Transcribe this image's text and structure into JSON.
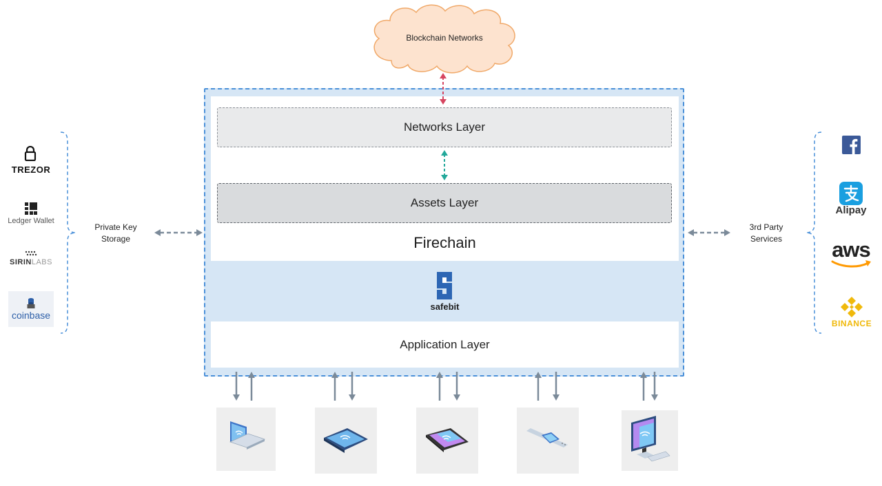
{
  "cloud": {
    "label": "Blockchain Networks"
  },
  "layers": {
    "networks": "Networks Layer",
    "assets": "Assets Layer",
    "firechain": "Firechain",
    "application": "Application Layer"
  },
  "safebit": {
    "logo_text": "safebit"
  },
  "left": {
    "label_line1": "Private Key",
    "label_line2": "Storage",
    "brands": [
      {
        "name": "TREZOR",
        "icon": "padlock-icon"
      },
      {
        "name": "Ledger Wallet",
        "icon": "ledger-icon"
      },
      {
        "name_a": "SIRIN",
        "name_b": "LABS",
        "icon": "sirin-icon"
      },
      {
        "name": "coinbase",
        "icon": "coinbase-icon"
      }
    ]
  },
  "right": {
    "label_line1": "3rd Party",
    "label_line2": "Services",
    "brands": [
      {
        "name": "",
        "icon": "facebook-icon"
      },
      {
        "name": "Alipay",
        "icon": "alipay-icon"
      },
      {
        "name": "aws",
        "icon": "aws-icon"
      },
      {
        "name": "BINANCE",
        "icon": "binance-icon"
      }
    ]
  },
  "devices": [
    {
      "icon": "laptop-icon"
    },
    {
      "icon": "tablet-icon"
    },
    {
      "icon": "smartphone-icon"
    },
    {
      "icon": "smartwatch-icon"
    },
    {
      "icon": "desktop-icon"
    }
  ],
  "colors": {
    "container_border": "#4a90d9",
    "container_fill": "#d6e6f5",
    "cloud_fill": "#fde3cf",
    "cloud_stroke": "#f0a868",
    "arrow_gray": "#7b8a99",
    "arrow_red": "#d64560",
    "arrow_teal": "#22a89a",
    "safebit_blue": "#2d66b4"
  }
}
